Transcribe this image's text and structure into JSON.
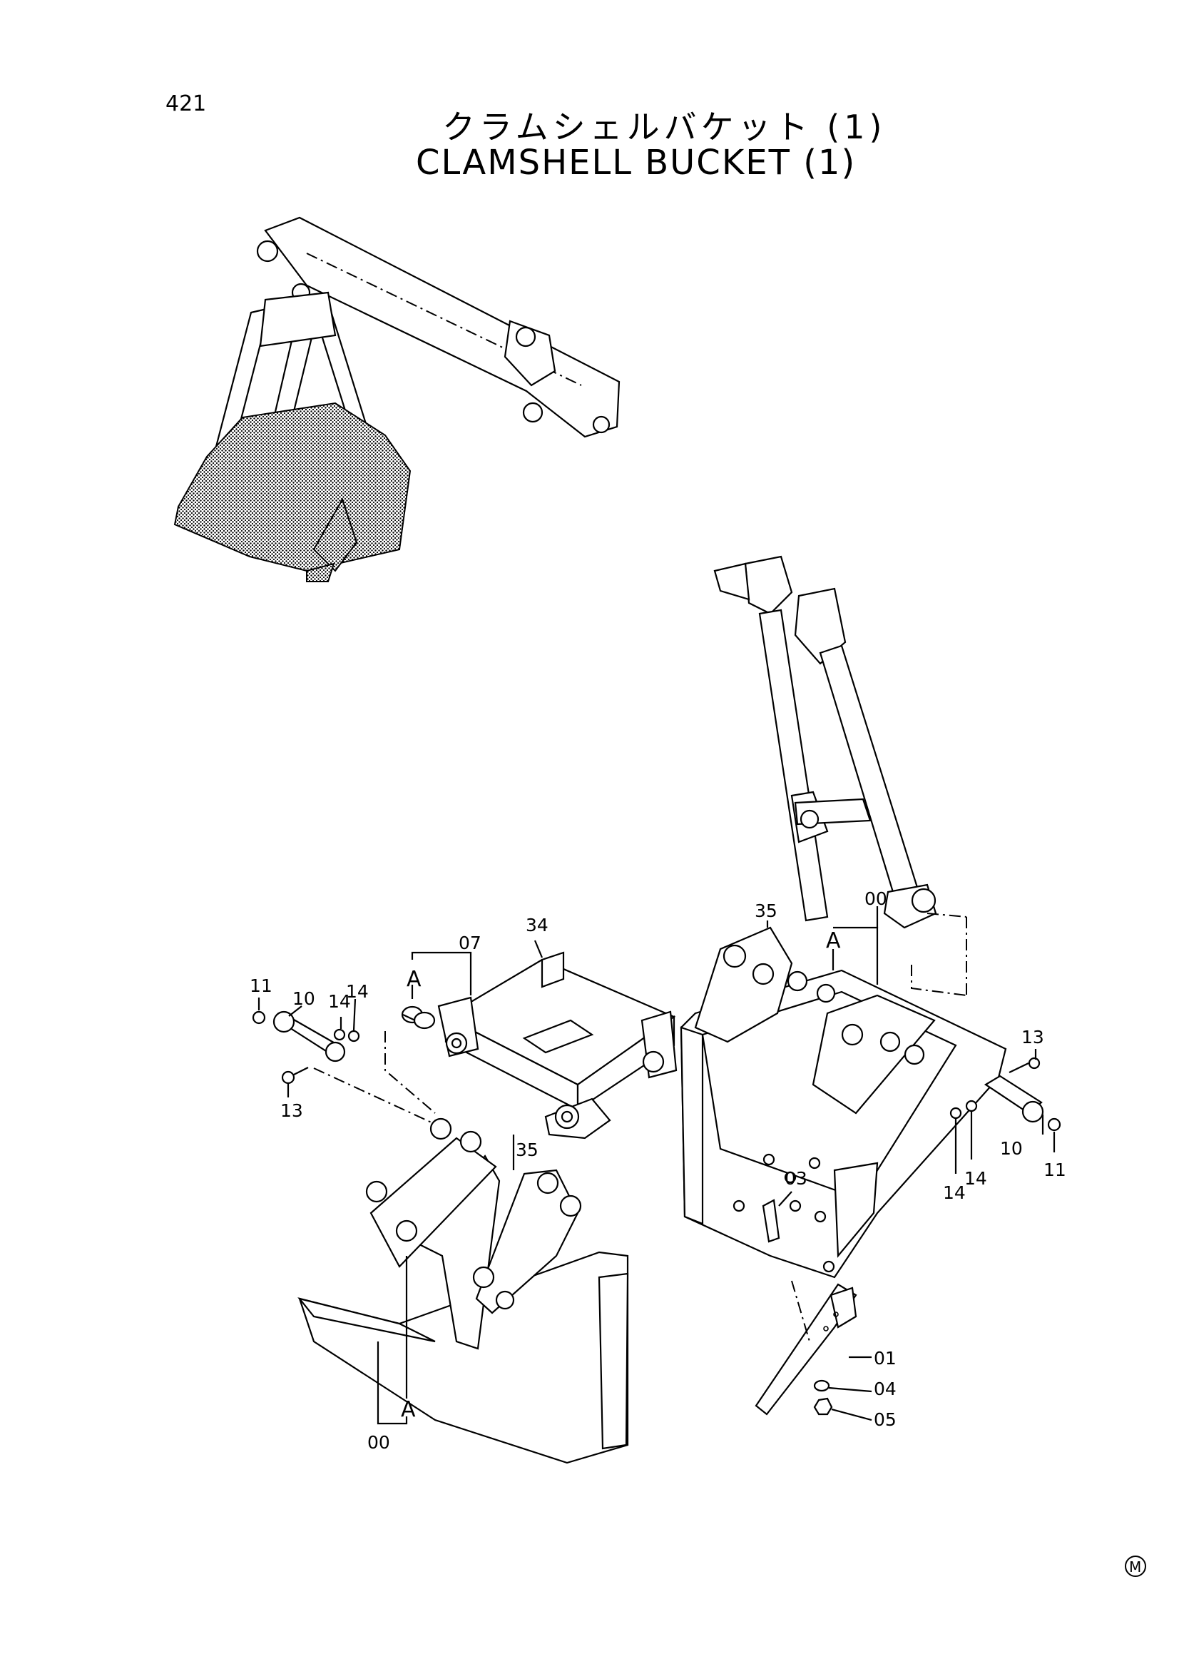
{
  "page_number": "421",
  "title_jp": "クラムシェルバケット (1)",
  "title_en": "CLAMSHELL BUCKET (1)",
  "callouts": {
    "c34": "34",
    "c07": "07",
    "cA_yoke": "A",
    "c11_left": "11",
    "c10_left": "10",
    "c14_left_a": "14",
    "c14_left_b": "14",
    "c13_left": "13",
    "c35_left": "35",
    "cA_left": "A",
    "c00_left": "00",
    "c35_right": "35",
    "c00_right": "00",
    "cA_right": "A",
    "c13_right": "13",
    "c10_right": "10",
    "c14_right_a": "14",
    "c14_right_b": "14",
    "c11_right": "11",
    "c03": "03",
    "c01": "01",
    "c04": "04",
    "c05": "05"
  },
  "mark": "M"
}
